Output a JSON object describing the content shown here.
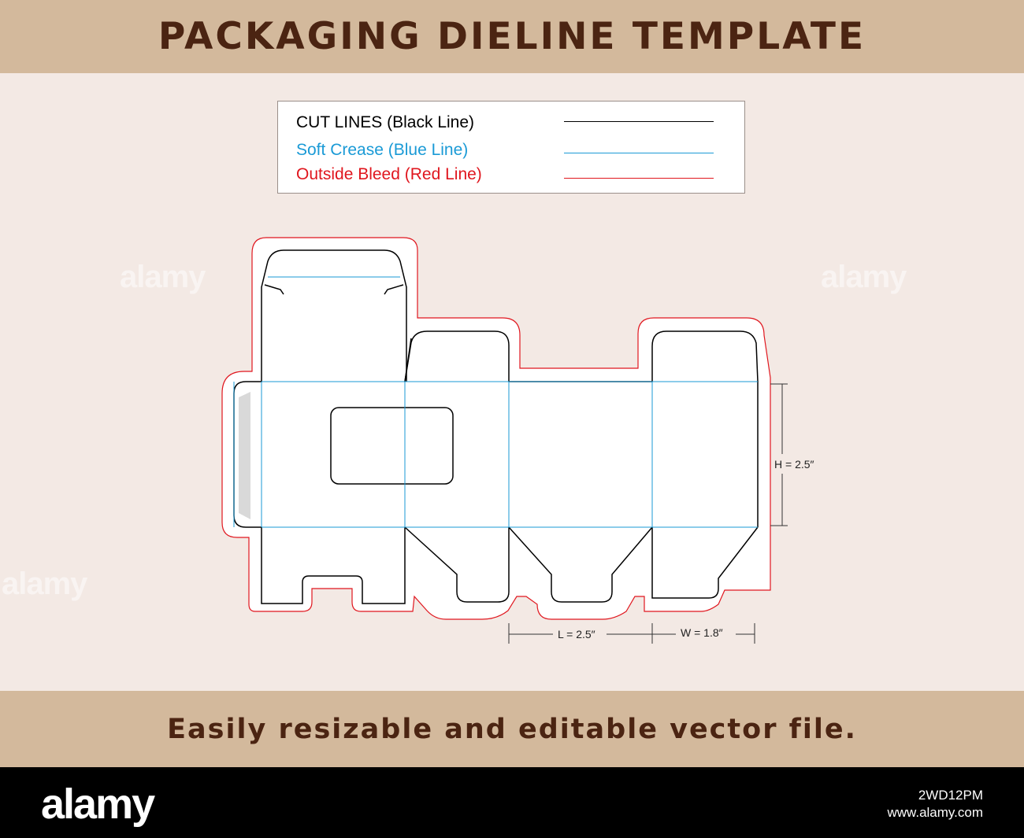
{
  "header": {
    "title": "PACKAGING DIELINE TEMPLATE"
  },
  "legend": [
    {
      "label": "CUT LINES (Black Line)",
      "color": "#000000"
    },
    {
      "label": "Soft Crease (Blue Line)",
      "color": "#1a9ad6"
    },
    {
      "label": "Outside Bleed (Red Line)",
      "color": "#e0161e"
    }
  ],
  "dimensions": {
    "height": "H = 2.5″",
    "length": "L = 2.5″",
    "width": "W = 1.8″"
  },
  "footer": {
    "tagline": "Easily resizable and editable vector file."
  },
  "watermark": {
    "brand": "alamy",
    "image_id": "2WD12PM",
    "site": "www.alamy.com"
  },
  "colors": {
    "band": "#d3b99c",
    "background": "#f3e9e4",
    "text": "#4b2412",
    "cut": "#000000",
    "crease": "#1a9ad6",
    "bleed": "#e0161e"
  }
}
